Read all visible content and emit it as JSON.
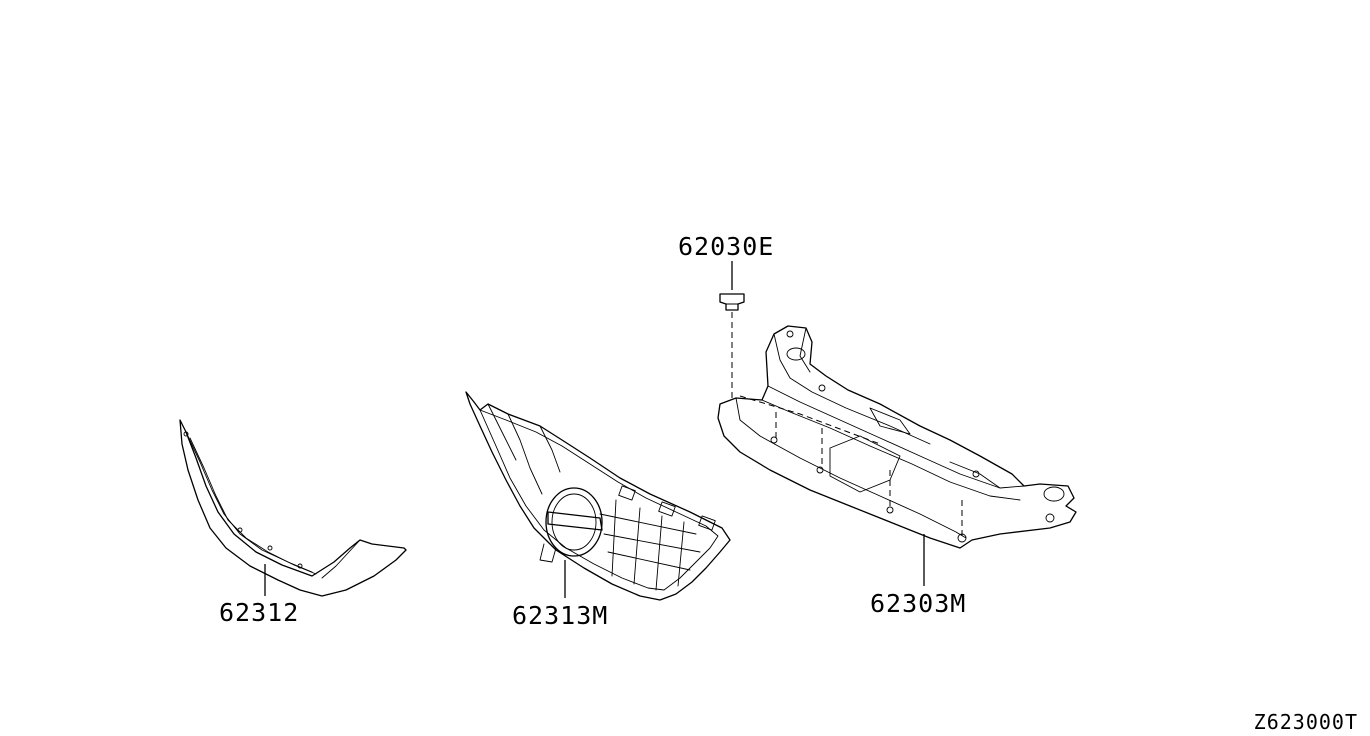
{
  "diagram": {
    "parts": [
      {
        "number": "62312"
      },
      {
        "number": "62313M"
      },
      {
        "number": "62030E"
      },
      {
        "number": "62303M"
      }
    ],
    "diagram_code": "Z623000T"
  }
}
